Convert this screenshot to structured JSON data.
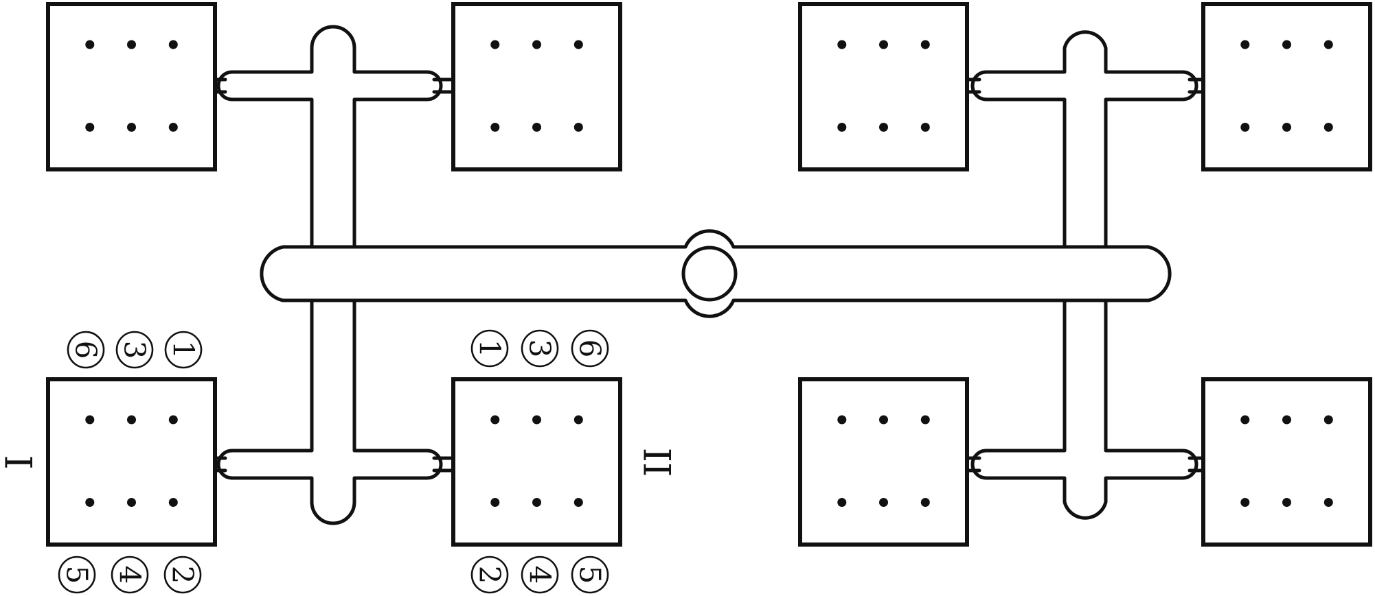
{
  "diagram": {
    "side_labels": {
      "left": "I",
      "right": "II"
    },
    "callouts_left_top": [
      "6",
      "3",
      "1"
    ],
    "callouts_left_bottom": [
      "5",
      "4",
      "2"
    ],
    "callouts_right_top": [
      "1",
      "3",
      "6"
    ],
    "callouts_right_bottom": [
      "2",
      "4",
      "5"
    ],
    "colors": {
      "stroke": "#111111",
      "background": "#ffffff"
    },
    "module_count": 8,
    "dots_per_module": 6
  }
}
